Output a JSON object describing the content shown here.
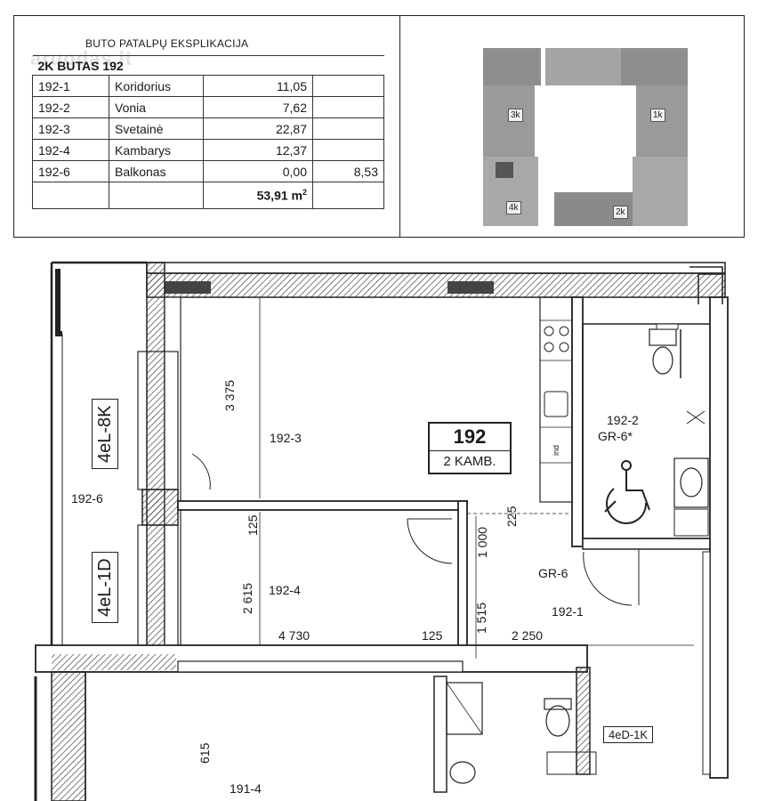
{
  "explication": {
    "title": "BUTO PATALPŲ EKSPLIKACIJA",
    "apartment_heading": "2K BUTAS 192",
    "watermark": "aruodas.lt",
    "rows": [
      {
        "id": "192-1",
        "name": "Koridorius",
        "area": "11,05",
        "extra": ""
      },
      {
        "id": "192-2",
        "name": "Vonia",
        "area": "7,62",
        "extra": ""
      },
      {
        "id": "192-3",
        "name": "Svetainė",
        "area": "22,87",
        "extra": ""
      },
      {
        "id": "192-4",
        "name": "Kambarys",
        "area": "12,37",
        "extra": ""
      },
      {
        "id": "192-6",
        "name": "Balkonas",
        "area": "0,00",
        "extra": "8,53"
      }
    ],
    "total": "53,91 m",
    "total_sup": "2"
  },
  "key_plan": {
    "labels": [
      "3k",
      "1k",
      "4k",
      "2k"
    ]
  },
  "plan": {
    "apartment_number": "192",
    "rooms_label": "2 KAMB.",
    "balcony_tags": [
      "4eL-8K",
      "4eL-1D"
    ],
    "wc_tag": "4eD-1K",
    "rooms": {
      "living": "192-3",
      "bedroom": "192-4",
      "balcony": "192-6",
      "corridor": "192-1",
      "bath": "192-2",
      "bath_gr": "GR-6*",
      "corridor_gr": "GR-6",
      "neighbor": "191-4",
      "kitchen_mark": "ind"
    },
    "dimensions": {
      "living_depth": "3 375",
      "wall_1": "125",
      "bedroom_depth": "2 615",
      "bedroom_width": "4 730",
      "wall_2": "125",
      "corridor_width": "2 250",
      "corridor_a": "1 000",
      "corridor_b": "1 515",
      "corridor_c": "225",
      "neighbor_depth": "615"
    }
  }
}
